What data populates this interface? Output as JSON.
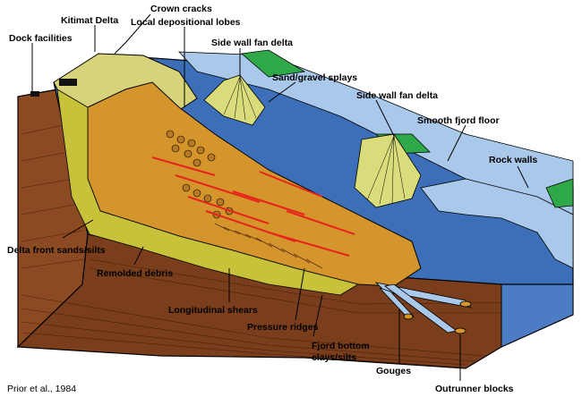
{
  "labels": {
    "dock_facilities": "Dock facilities",
    "kitimat_delta": "Kitimat Delta",
    "crown_cracks": "Crown cracks",
    "local_depositional_lobes": "Local depositional lobes",
    "side_wall_fan_delta_1": "Side wall fan delta",
    "sand_gravel_splays": "Sand/gravel splays",
    "side_wall_fan_delta_2": "Side wall fan delta",
    "smooth_fjord_floor": "Smooth fjord floor",
    "rock_walls": "Rock walls",
    "delta_front_sands_silts": "Delta front sands/silts",
    "remolded_debris": "Remolded debris",
    "longitudinal_shears": "Longitudinal shears",
    "pressure_ridges": "Pressure ridges",
    "fjord_bottom_clays_silts_1": "Fjord bottom",
    "fjord_bottom_clays_silts_2": "clays/silts",
    "gouges": "Gouges",
    "outrunner_blocks": "Outrunner blocks"
  },
  "citation": "Prior et al., 1984",
  "colors": {
    "sediment_brown": "#8b4a22",
    "delta_olive": "#d6d37a",
    "slide_orange": "#d4952c",
    "water_blue": "#3d6fb8",
    "wall_blue": "#a9c8ea",
    "fan_yellow": "#d9dc7a",
    "land_green": "#2fa84a",
    "shear_red": "#e8231b",
    "sand_yellow": "#c8c23a"
  }
}
